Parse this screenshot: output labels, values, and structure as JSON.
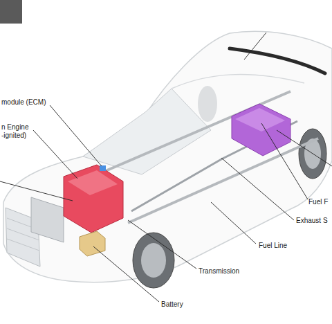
{
  "diagram": {
    "labels": [
      "module (ECM)",
      "n Engine",
      "-ignited)",
      "Fuel F",
      "Exhaust S",
      "Fuel Line",
      "Transmission",
      "Battery"
    ]
  }
}
